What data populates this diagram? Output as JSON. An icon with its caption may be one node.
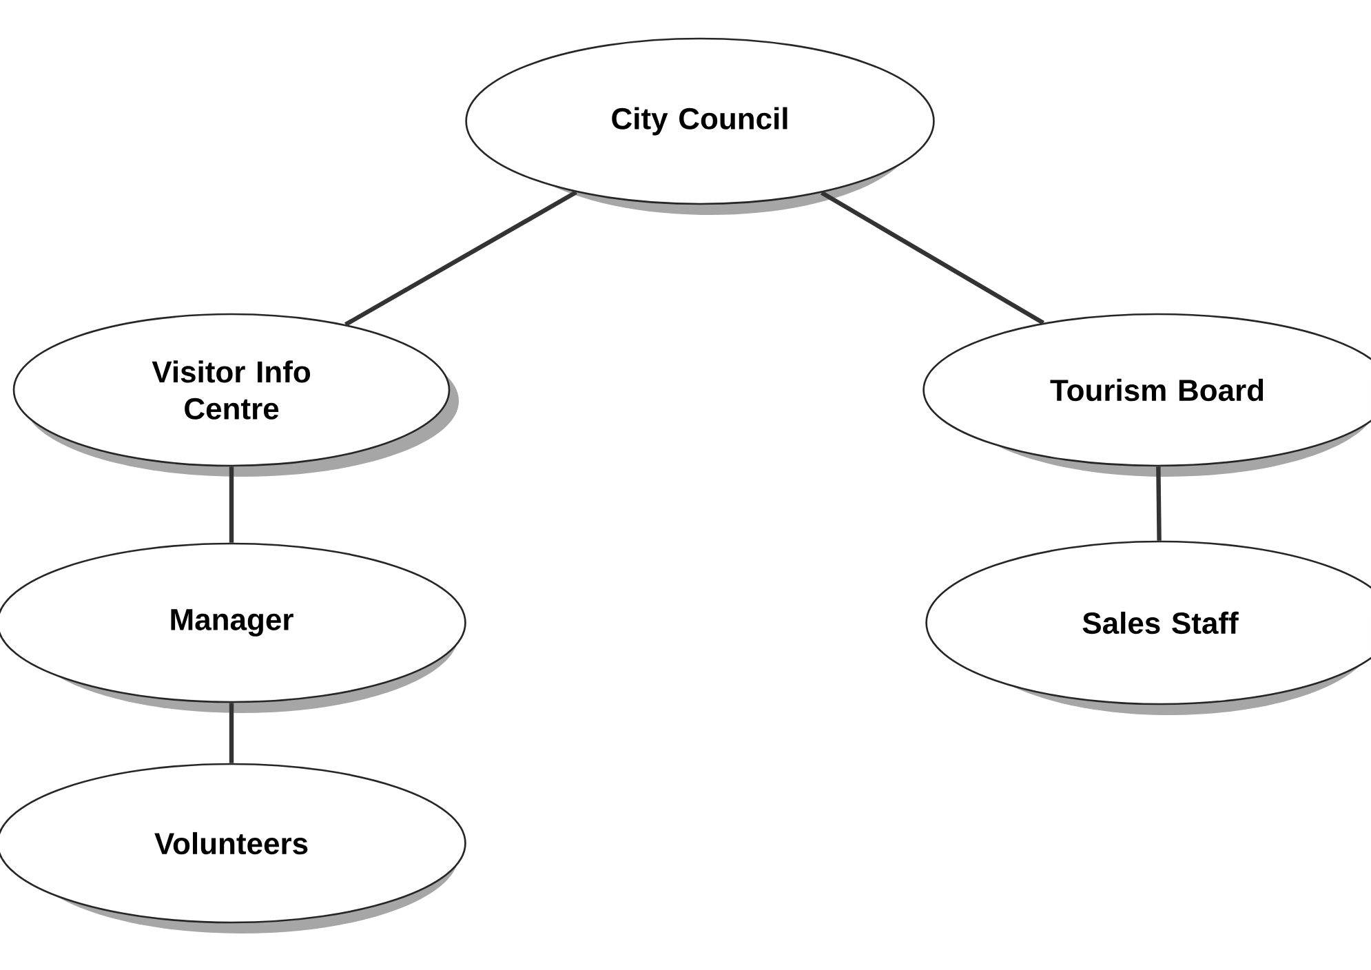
{
  "diagram": {
    "nodes": [
      {
        "text": [
          "City Council"
        ]
      },
      {
        "text": [
          "Visitor Info Centre"
        ]
      },
      {
        "text": [
          "Tourism Board"
        ]
      },
      {
        "text": [
          "Manager"
        ]
      },
      {
        "text": [
          "Sales Staff"
        ]
      },
      {
        "text": [
          "Volunteers"
        ]
      }
    ],
    "edges": [
      {
        "from": 0,
        "to": 1,
        "arrow": "none"
      },
      {
        "from": 0,
        "to": 2,
        "arrow": "none"
      },
      {
        "from": 1,
        "to": 3,
        "arrow": "none"
      },
      {
        "from": 2,
        "to": 4,
        "arrow": "none"
      },
      {
        "from": 3,
        "to": 5,
        "arrow": "none"
      }
    ]
  }
}
